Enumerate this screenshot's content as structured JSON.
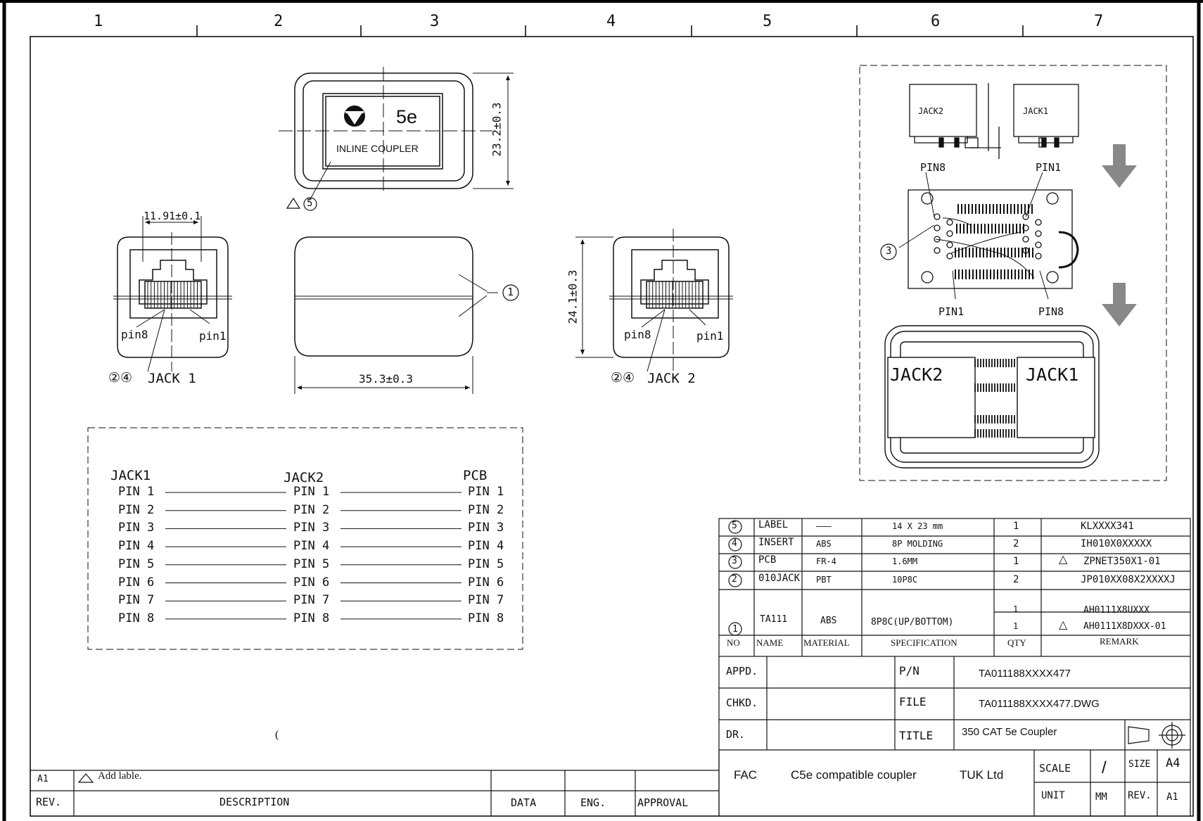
{
  "zones": [
    "1",
    "2",
    "3",
    "4",
    "5",
    "6",
    "7"
  ],
  "front_view": {
    "label_text": "5e",
    "label_subtext": "INLINE COUPLER",
    "height_dim": "23.2±0.3",
    "callout": "5"
  },
  "side_view": {
    "width_dim": "35.3±0.3",
    "callout": "1"
  },
  "jack1_view": {
    "dim": "11.91±0.1",
    "pin_left": "pin8",
    "pin_right": "pin1",
    "callouts": "②④",
    "name": "JACK 1"
  },
  "jack2_view": {
    "dim": "24.1±0.3",
    "pin_left": "pin8",
    "pin_right": "pin1",
    "callouts": "②④",
    "name": "JACK 2"
  },
  "assembly": {
    "top_jack_left": "JACK2",
    "top_jack_right": "JACK1",
    "pcb_pin8_top": "PIN8",
    "pcb_pin1_top": "PIN1",
    "pcb_pin1_bottom": "PIN1",
    "pcb_pin8_bottom": "PIN8",
    "pcb_callout": "3",
    "bottom_jack_left": "JACK2",
    "bottom_jack_right": "JACK1"
  },
  "wiring": {
    "headers": [
      "JACK1",
      "JACK2",
      "PCB"
    ],
    "rows": [
      [
        "PIN 1",
        "PIN 1",
        "PIN 1"
      ],
      [
        "PIN 2",
        "PIN 2",
        "PIN 2"
      ],
      [
        "PIN 3",
        "PIN 3",
        "PIN 3"
      ],
      [
        "PIN 4",
        "PIN 4",
        "PIN 4"
      ],
      [
        "PIN 5",
        "PIN 5",
        "PIN 5"
      ],
      [
        "PIN 6",
        "PIN 6",
        "PIN 6"
      ],
      [
        "PIN 7",
        "PIN 7",
        "PIN 7"
      ],
      [
        "PIN 8",
        "PIN 8",
        "PIN 8"
      ]
    ]
  },
  "bom": {
    "rows": [
      {
        "no": "5",
        "name": "LABEL",
        "material": "———",
        "spec": "14 X 23 mm",
        "qty": "1",
        "remark": "KLXXXX341",
        "warn": false
      },
      {
        "no": "4",
        "name": "INSERT",
        "material": "ABS",
        "spec": "8P MOLDING",
        "qty": "2",
        "remark": "IH010X0XXXXX",
        "warn": false
      },
      {
        "no": "3",
        "name": "PCB",
        "material": "FR-4",
        "spec": "1.6MM",
        "qty": "1",
        "remark": "ZPNET350X1-01",
        "warn": true
      },
      {
        "no": "2",
        "name": "010JACK",
        "material": "PBT",
        "spec": "10P8C",
        "qty": "2",
        "remark": "JP010XX08X2XXXXJ",
        "warn": false
      }
    ],
    "row1": {
      "no": "1",
      "name": "TA111",
      "material": "ABS",
      "spec": "8P8C(UP/BOTTOM)",
      "qty_a": "1",
      "qty_b": "1",
      "remark_a": "AH0111X8UXXX",
      "remark_b": "AH0111X8DXXX-01"
    },
    "headers": {
      "no": "NO",
      "name": "NAME",
      "material": "MATERIAL",
      "spec": "SPECIFICATION",
      "qty": "QTY",
      "remark": "REMARK"
    }
  },
  "titleblock": {
    "appd": "APPD.",
    "chkd": "CHKD.",
    "dr": "DR.",
    "pn_label": "P/N",
    "pn": "TA011188XXXX477",
    "file_label": "FILE",
    "file": "TA011188XXXX477.DWG",
    "title_label": "TITLE",
    "title": "350 CAT 5e Coupler",
    "fac": "FAC",
    "desc": "C5e compatible coupler",
    "company": "TUK Ltd",
    "scale_label": "SCALE",
    "scale": "/",
    "size_label": "SIZE",
    "size": "A4",
    "unit_label": "UNIT",
    "unit": "MM",
    "rev_label": "REV.",
    "rev": "A1"
  },
  "revision": {
    "rev": "A1",
    "note": "Add lable.",
    "headers": {
      "rev": "REV.",
      "desc": "DESCRIPTION",
      "data": "DATA",
      "eng": "ENG.",
      "approval": "APPROVAL"
    }
  },
  "stray_mark": "("
}
